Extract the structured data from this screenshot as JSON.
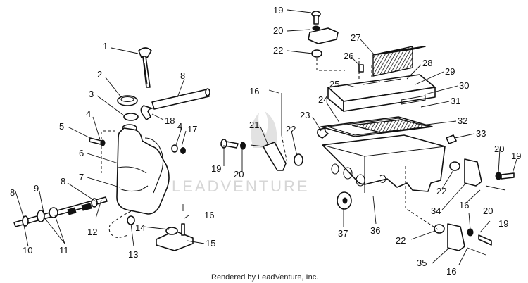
{
  "callouts": [
    "1",
    "2",
    "3",
    "4",
    "5",
    "6",
    "7",
    "8",
    "8",
    "8",
    "9",
    "10",
    "11",
    "12",
    "13",
    "14",
    "15",
    "16",
    "16",
    "16",
    "16",
    "17",
    "18",
    "19",
    "19",
    "19",
    "19",
    "20",
    "20",
    "20",
    "20",
    "21",
    "22",
    "22",
    "22",
    "22",
    "23",
    "24",
    "25",
    "26",
    "27",
    "28",
    "29",
    "30",
    "31",
    "32",
    "33",
    "34",
    "35",
    "36",
    "37",
    "4"
  ],
  "watermark": "LEADVENTURE",
  "caption": "Rendered by LeadVenture, Inc."
}
